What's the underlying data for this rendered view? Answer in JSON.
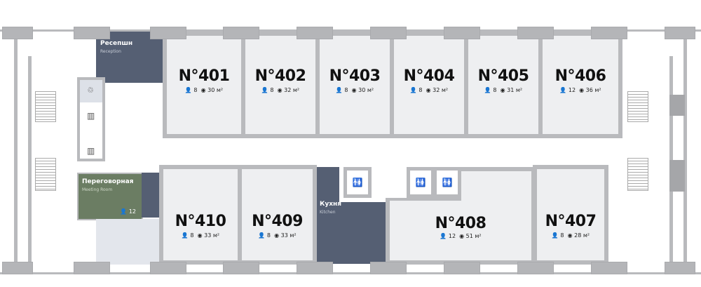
{
  "rooms_top": [
    {
      "number": "N°401",
      "people": "8",
      "area": "30 м²"
    },
    {
      "number": "N°402",
      "people": "8",
      "area": "32 м²"
    },
    {
      "number": "N°403",
      "people": "8",
      "area": "30 м²"
    },
    {
      "number": "N°404",
      "people": "8",
      "area": "32 м²"
    },
    {
      "number": "N°405",
      "people": "8",
      "area": "31 м²"
    },
    {
      "number": "N°406",
      "people": "12",
      "area": "36 м²"
    }
  ],
  "rooms_bottom": [
    {
      "number": "N°410",
      "people": "8",
      "area": "33 м²"
    },
    {
      "number": "N°409",
      "people": "8",
      "area": "33 м²"
    },
    {
      "number": "N°408",
      "people": "12",
      "area": "51 м²"
    },
    {
      "number": "N°407",
      "people": "8",
      "area": "28 м²"
    }
  ],
  "reception": {
    "title": "Ресепшн",
    "subtitle": "Reception"
  },
  "meeting": {
    "title": "Переговорная",
    "subtitle": "Meeting Room",
    "people": "12"
  },
  "kitchen": {
    "title": "Кухня",
    "subtitle": "Kitchen"
  },
  "colors": {
    "dark": "#555f73",
    "meeting": "#6b7d63",
    "room": "#eeeff1",
    "wall": "#b9babd"
  }
}
